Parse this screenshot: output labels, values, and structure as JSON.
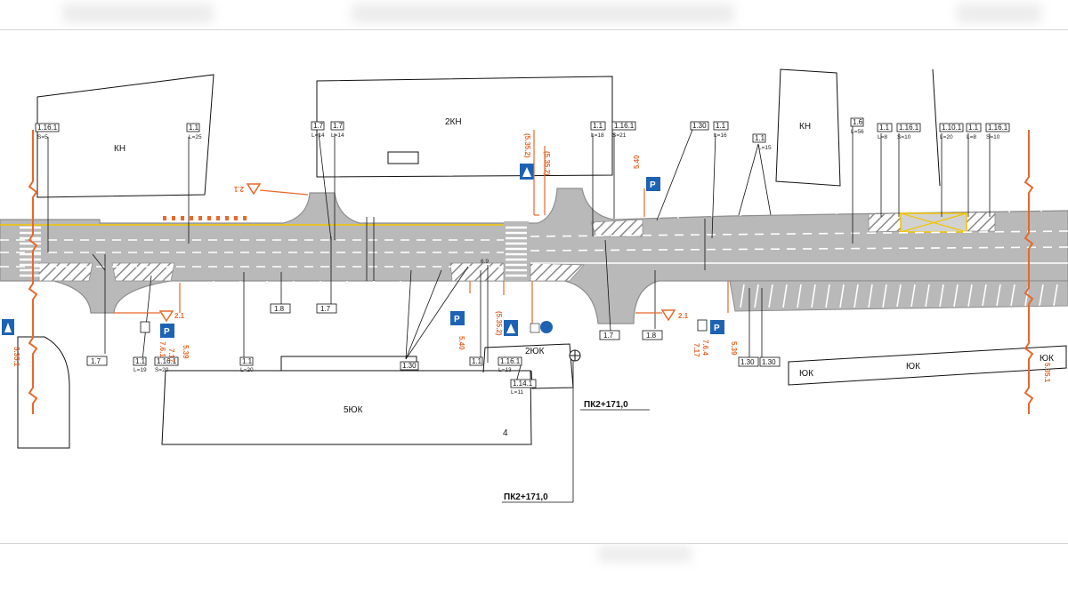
{
  "buildings": {
    "kh_left": "КН",
    "kn2": "2КН",
    "kh_right": "КН",
    "yuk5": "5ЮК",
    "num4": "4",
    "yuk2": "2ЮК",
    "yuk_a": "ЮК",
    "yuk_b": "ЮК",
    "yuk_c": "ЮК"
  },
  "markings": {
    "m_1_16_1_a": "1.16.1",
    "d_s5": "S=5",
    "m_1_1_a": "1.1",
    "d_l25": "L=25",
    "m_1_7_a": "1.7",
    "d_l14_a": "L=14",
    "m_1_7_b": "1.7",
    "d_l14_b": "L=14",
    "m_1_1_b": "1.1",
    "d_l18": "L=18",
    "m_1_16_1_b": "1.16.1",
    "d_s21": "S=21",
    "m_1_30_a": "1.30",
    "m_1_1_c": "1.1",
    "d_l16": "L=16",
    "m_1_1_d": "1.1",
    "d_l15": "L=15",
    "m_1_6": "1.6",
    "d_l56": "L=56",
    "m_1_1_e": "1.1",
    "d_l8_a": "L=8",
    "m_1_16_1_c": "1.16.1",
    "d_s10_a": "S=10",
    "m_1_10_1": "1.10.1",
    "d_l20_a": "L=20",
    "m_1_1_f": "1.1",
    "d_l8_b": "L=8",
    "m_1_16_1_d": "1.16.1",
    "d_s10_b": "S=10",
    "m_1_8_a": "1.8",
    "m_1_7_c": "1.7",
    "m_1_7_d": "1.7",
    "m_1_1_g": "1.1",
    "d_l19": "L=19",
    "m_1_16_1_e": "1.16.1",
    "d_s20": "S=20",
    "m_1_1_h": "1.1",
    "d_l20_b": "L=20",
    "m_1_30_b": "1.30",
    "m_1_1_i": "1.1",
    "m_1_16_1_f": "1.16.1",
    "d_l13": "L=13",
    "m_1_14_1": "1.14.1",
    "d_l11": "L=11",
    "m_1_7_e": "1.7",
    "m_1_8_b": "1.8",
    "m_1_30_c": "1.30",
    "m_1_30_d": "1.30",
    "d_69": "6.9"
  },
  "signs": {
    "s_2_1_a": "2.1",
    "s_2_1_b": "2.1",
    "s_2_1_c": "2.1",
    "s_5_35_1": "5.35.1",
    "s_5_35_2a": "(5.35.2)",
    "s_5_40_a": "5.40",
    "s_5_40_b": "5.40",
    "s_5_35_2b": "(5.35.2)",
    "s_7_6_1": "7.6.1",
    "s_7_17_a": "7.17",
    "s_5_39_a": "5.39",
    "s_7_6_4": "7.6.4",
    "s_7_17_b": "7.17",
    "s_5_39_b": "5.39",
    "s_5_35_1_edge": "5.35.1"
  },
  "stations": {
    "pk_a": "ПК2+171,0",
    "pk_b": "ПК2+171,0"
  },
  "colors": {
    "asphalt": "#b9b9b9",
    "curb": "#9a9a9a",
    "sign_orange": "#e8682a",
    "sign_blue": "#1e63b3",
    "axis_yellow": "#f2c400",
    "line": "#111111"
  }
}
